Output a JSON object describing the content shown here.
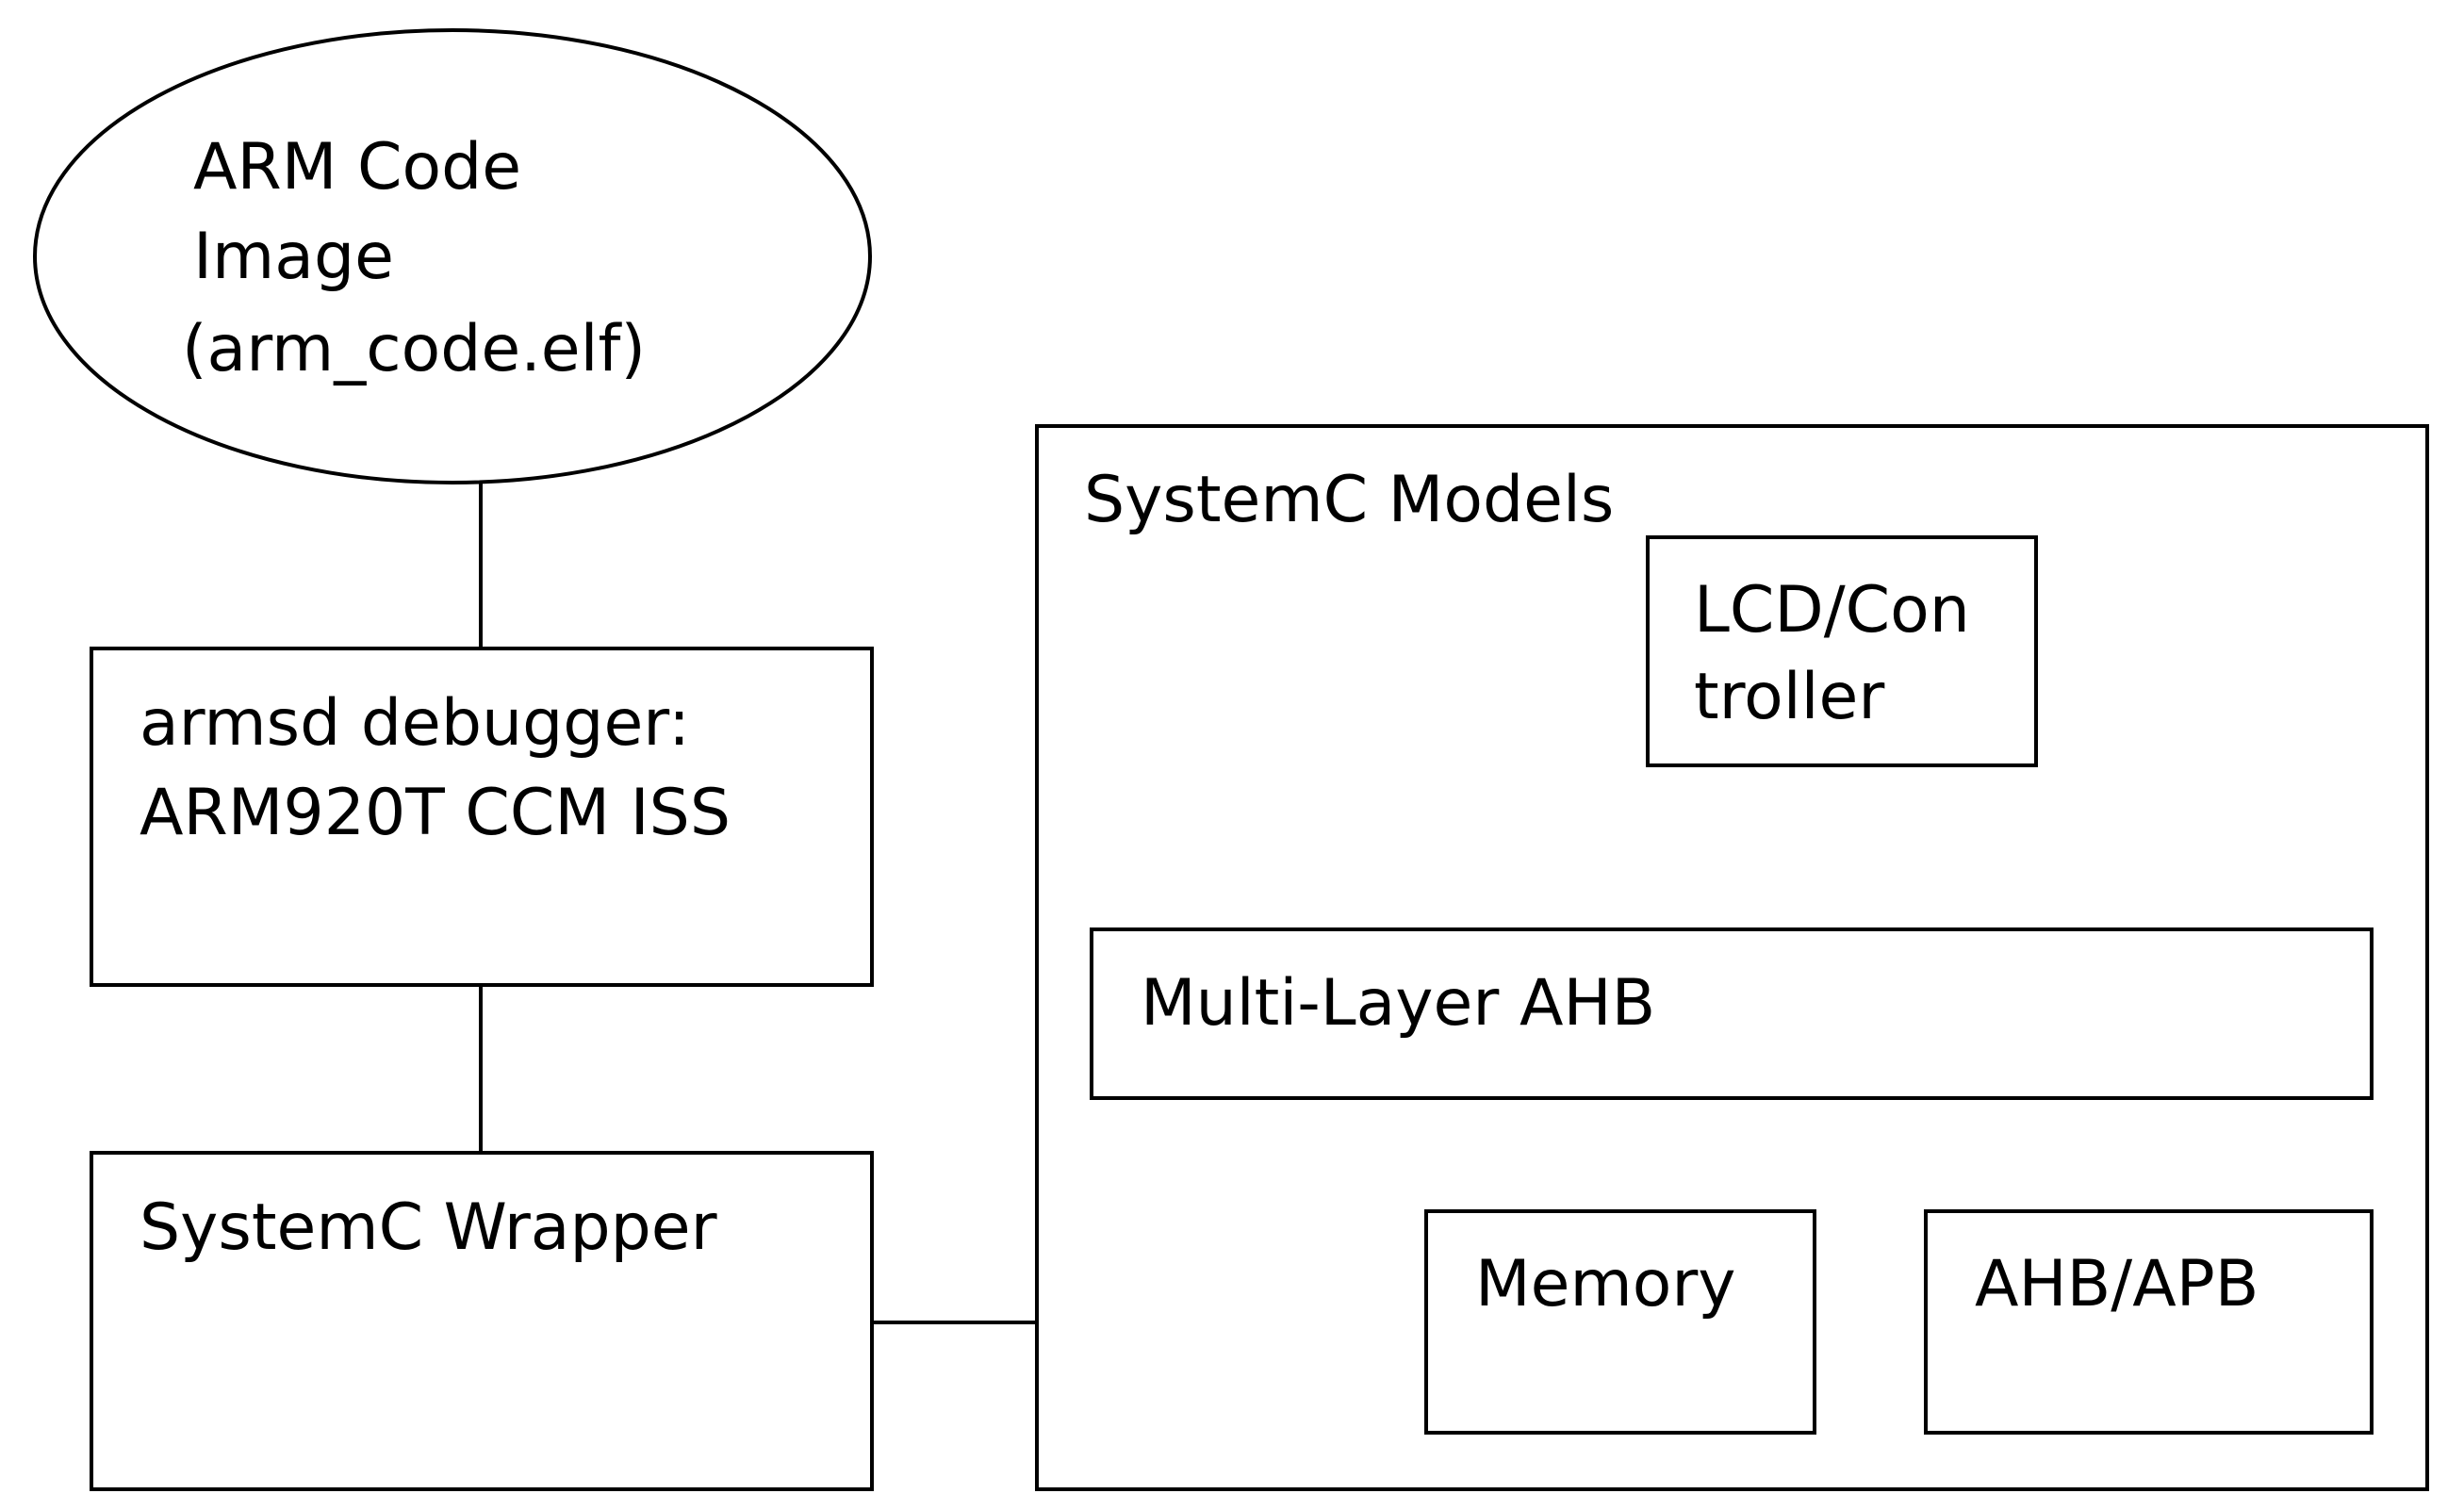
{
  "diagram": {
    "code_image": {
      "line1": "ARM Code",
      "line2": "Image",
      "line3": "(arm_code.elf)"
    },
    "debugger": {
      "line1": "armsd debugger:",
      "line2": "ARM920T CCM ISS"
    },
    "wrapper": {
      "line1": "SystemC Wrapper"
    },
    "models": {
      "title": "SystemC Models",
      "lcd": {
        "line1": "LCD/Con",
        "line2": "troller"
      },
      "bus": {
        "line1": "Multi-Layer AHB"
      },
      "memory": {
        "line1": "Memory"
      },
      "bridge": {
        "line1": "AHB/APB"
      }
    }
  }
}
